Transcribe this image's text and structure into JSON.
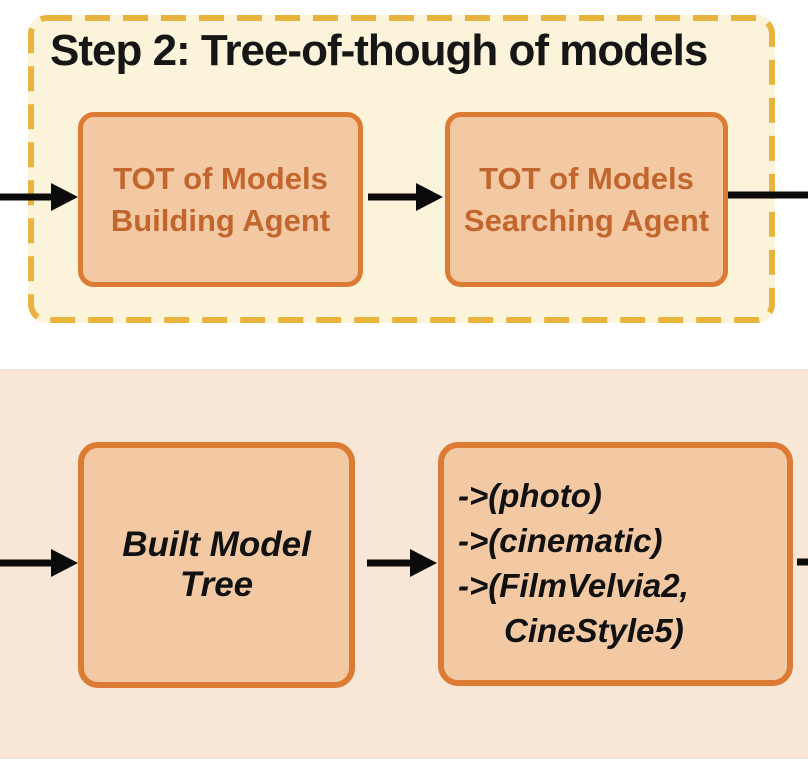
{
  "colors": {
    "dashed_border": "#E8B43E",
    "step_bg": "#FBF3DA",
    "box_border": "#DC7B33",
    "box_fill": "#F2C9A3",
    "box_text": "#C2662D",
    "panel_bg": "#F8E6D6",
    "arrow": "#0B0B0B",
    "title_text": "#161616"
  },
  "step_group": {
    "title": "Step 2: Tree-of-though of models",
    "boxes": [
      {
        "label": "TOT of Models Building Agent"
      },
      {
        "label": "TOT of Models Searching Agent"
      }
    ]
  },
  "result_group": {
    "boxes": [
      {
        "label": "Built Model Tree"
      },
      {
        "lines": [
          "->(photo)",
          "->(cinematic)",
          "->(FilmVelvia2,",
          "CineStyle5)"
        ]
      }
    ]
  }
}
